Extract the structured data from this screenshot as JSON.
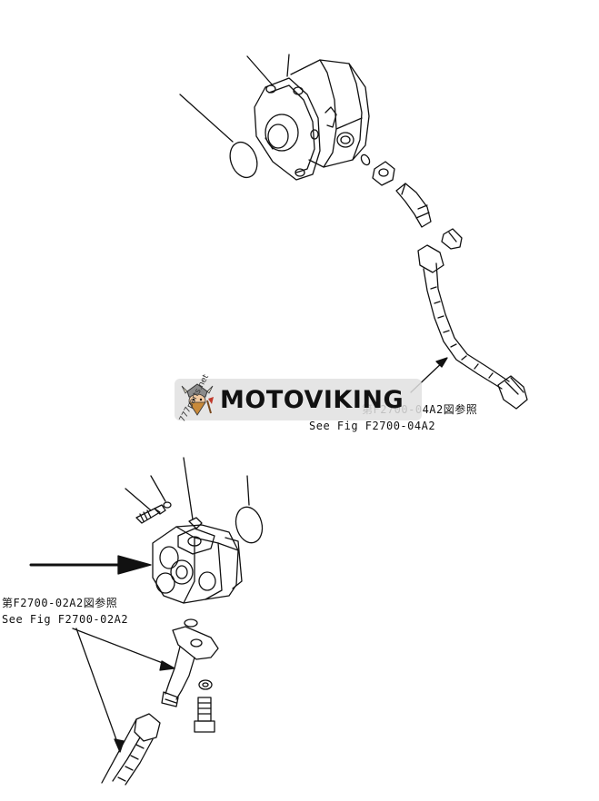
{
  "ref_top": {
    "jp": "第F2700-04A2図参照",
    "en": "See Fig F2700-04A2"
  },
  "ref_bottom": {
    "jp": "第F2700-02A2図参照",
    "en": "See Fig F2700-02A2"
  },
  "brand": {
    "name": "MOTOVIKING",
    "watermark": "777parts.net"
  },
  "logo": {
    "icon": "viking-mascot-icon"
  },
  "colors": {
    "line": "#111111",
    "banner_bg": "#e1e1e1",
    "accent": "#c0392b"
  }
}
